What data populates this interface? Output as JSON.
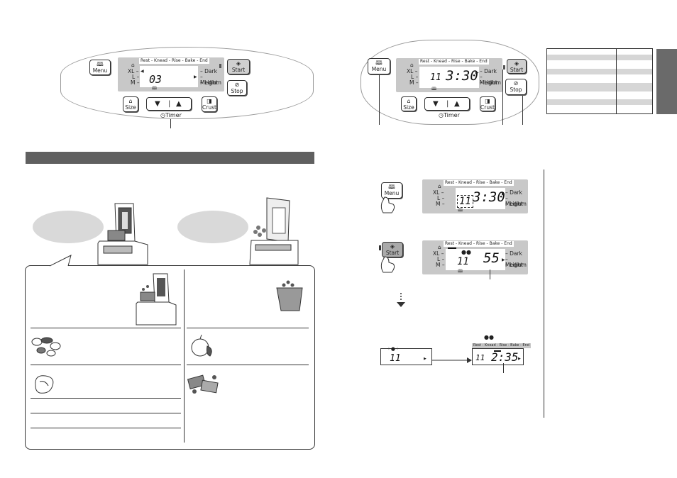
{
  "buttons": {
    "menu": "Menu",
    "start": "Start",
    "stop": "Stop",
    "size": "Size",
    "crust": "Crust",
    "down": "▼",
    "up": "▲",
    "timer": "Timer"
  },
  "display": {
    "stages": "Rest - Knead - Rise - Bake - End",
    "sizes": [
      "XL –",
      "L –",
      "M –"
    ],
    "crusts": [
      "– Dark",
      "– Medium",
      "– Light"
    ],
    "panel1_value": "03",
    "panel2_menu": "11",
    "panel2_time": "3:30",
    "step1_menu": "11",
    "step1_time": "3:30",
    "step2_menu": "11",
    "step2_time": "55",
    "step3_left_menu": "11",
    "step3_right_menu": "11",
    "step3_right_time": "2:35"
  },
  "icons": {
    "menu": "book-icon",
    "start": "start-icon",
    "stop": "stop-icon",
    "size": "size-icon",
    "crust": "crust-icon",
    "timer": "clock-icon"
  },
  "colors": {
    "section_bar": "#606060",
    "side_tab": "#6a6a6a",
    "lcd": "#c8c8c8",
    "bubble": "#d9d9d9"
  }
}
